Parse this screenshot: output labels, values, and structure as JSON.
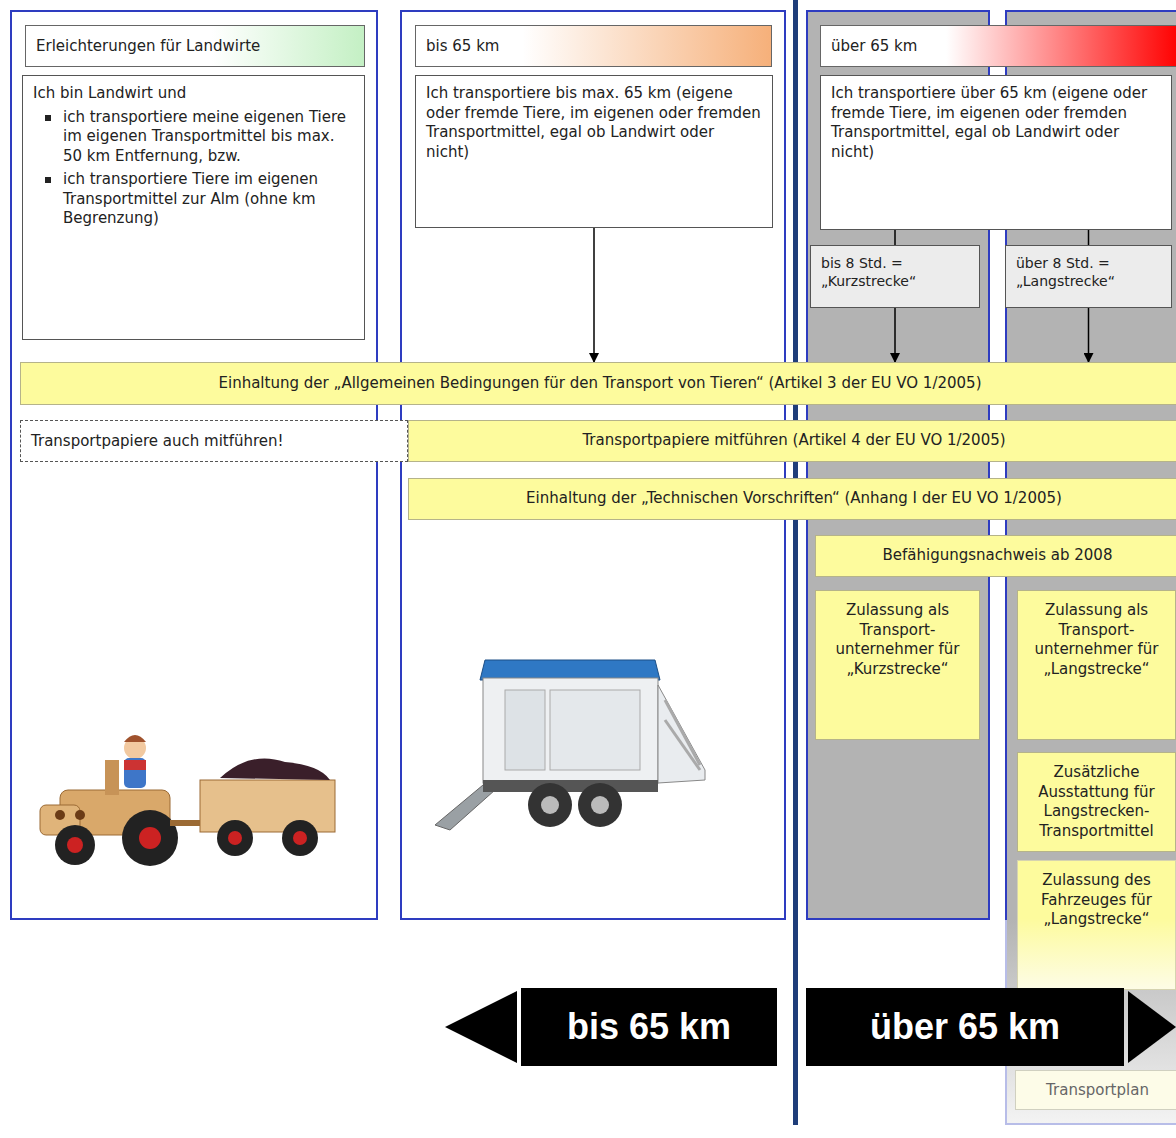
{
  "diagram": {
    "nodes": [
      {
        "text": [
          "Erleichterungen für Landwirte"
        ]
      },
      {
        "text": [
          "Ich bin Landwirt und",
          "ich transportiere meine eigenen Tiere im eigenen Transportmittel bis max. 50 km Entfernung, bzw.",
          "ich transportiere Tiere im eigenen Transportmittel zur Alm (ohne km Begrenzung)"
        ]
      },
      {
        "text": [
          "bis 65 km"
        ]
      },
      {
        "text": [
          "Ich transportiere bis max. 65 km (eigene oder fremde Tiere, im eigenen oder fremden Transportmittel, egal ob Landwirt oder nicht)"
        ]
      },
      {
        "text": [
          "über 65 km"
        ]
      },
      {
        "text": [
          "Ich transportiere über 65 km (eigene oder fremde Tiere, im eigenen oder fremden Transportmittel, egal ob Landwirt oder nicht)"
        ]
      },
      {
        "text": [
          "bis 8 Std. = „Kurzstrecke“"
        ]
      },
      {
        "text": [
          "über 8 Std. = „Langstrecke“"
        ]
      },
      {
        "text": [
          "Einhaltung der „Allgemeinen Bedingungen für den Transport von Tieren“ (Artikel 3 der EU VO 1/2005)"
        ]
      },
      {
        "text": [
          "Transportpapiere auch mitführen!"
        ]
      },
      {
        "text": [
          "Transportpapiere mitführen (Artikel 4 der EU VO 1/2005)"
        ]
      },
      {
        "text": [
          "Einhaltung der „Technischen Vorschriften“ (Anhang I der EU VO 1/2005)"
        ]
      },
      {
        "text": [
          "Befähigungsnachweis ab 2008"
        ]
      },
      {
        "text": [
          "Zulassung als Transport- unternehmer für „Kurzstrecke“"
        ]
      },
      {
        "text": [
          "Zulassung als Transport- unternehmer für „Langstrecke“"
        ]
      },
      {
        "text": [
          "Zusätzliche Ausstattung für Langstrecken- Transportmittel"
        ]
      },
      {
        "text": [
          "Zulassung des Fahrzeuges für „Langstrecke“"
        ]
      },
      {
        "text": [
          "Transportplan"
        ]
      },
      {
        "text": [
          "bis 65 km"
        ]
      },
      {
        "text": [
          "über 65 km"
        ]
      }
    ],
    "edges": [
      {
        "from": 3,
        "to": 8,
        "arrow": "to"
      },
      {
        "from": 5,
        "to": 6,
        "arrow": "none"
      },
      {
        "from": 5,
        "to": 7,
        "arrow": "none"
      },
      {
        "from": 6,
        "to": 8,
        "arrow": "to"
      },
      {
        "from": 7,
        "to": 8,
        "arrow": "to"
      }
    ]
  }
}
